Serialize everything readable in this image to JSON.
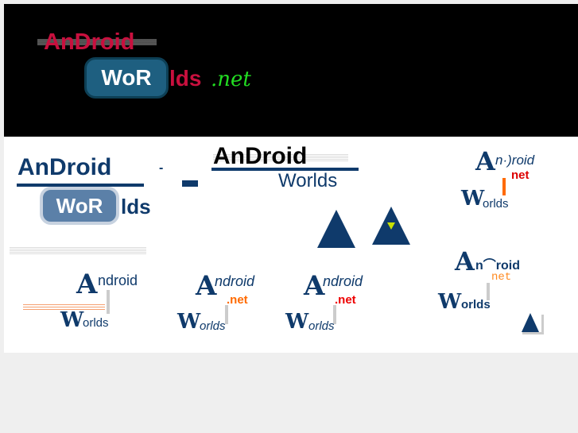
{
  "banner": {
    "line1": "AnDroid",
    "pill": "WoR",
    "rest": "lds",
    "tld": ".net"
  },
  "logo1": {
    "line1": "AnDroid",
    "dash": "-",
    "pill": "WoR",
    "rest": "lds"
  },
  "logo2": {
    "line1": "AnDroid",
    "line2": "Worlds"
  },
  "logo3": {
    "a": "A",
    "n": "n·)roid",
    "net": "net",
    "w": "W",
    "orlds": "orlds"
  },
  "icons": {
    "a": "A",
    "w": "W"
  },
  "logo4": {
    "a": "A",
    "ndroid": "ndroid",
    "w": "W",
    "orlds": "orlds"
  },
  "logo5": {
    "a": "A",
    "ndroid": "ndroid",
    "net": ".net",
    "w": "W",
    "orlds": "orlds"
  },
  "logo6": {
    "a": "A",
    "ndroid": "ndroid",
    "net": ".net",
    "w": "W",
    "orlds": "orlds"
  },
  "logo7": {
    "a": "A",
    "n": "n⌒roid",
    "net": "net",
    "w": "W",
    "orlds": "orlds"
  },
  "colors": {
    "navy": "#0f3a6b",
    "red": "#c8103e",
    "teal": "#1e5f80",
    "green": "#22dd22",
    "orange": "#ff6a00"
  }
}
